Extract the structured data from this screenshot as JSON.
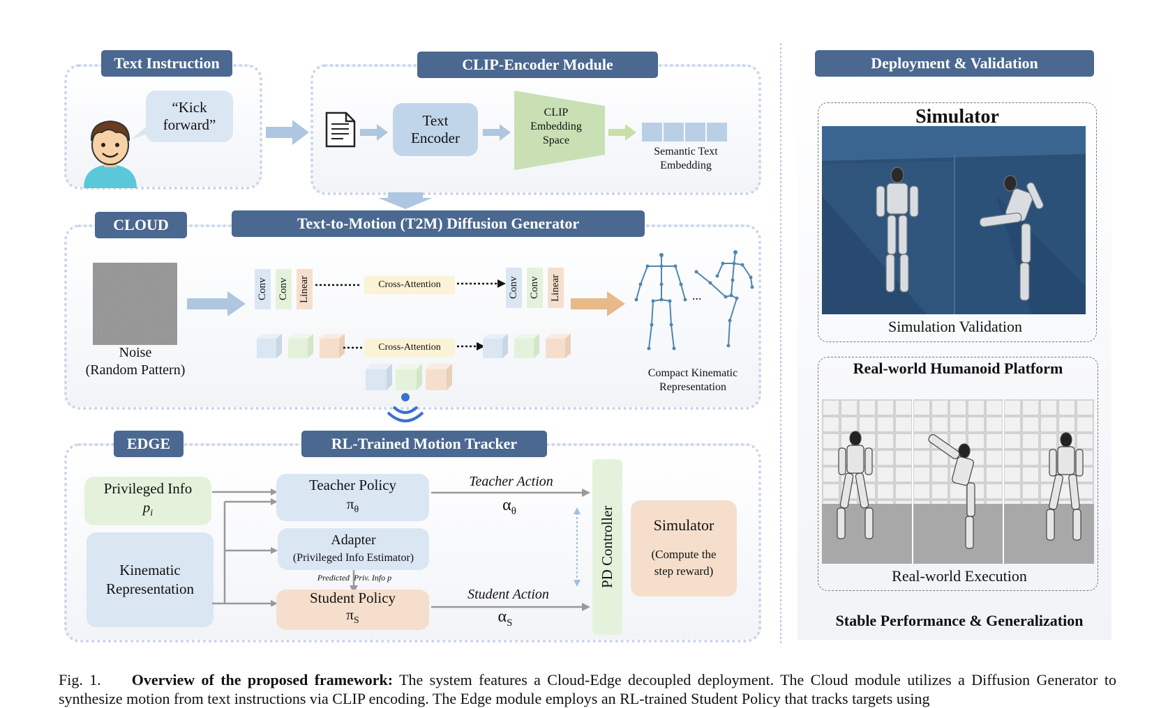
{
  "left": {
    "text_instruction": {
      "tag": "Text Instruction",
      "speech_line1": "“Kick",
      "speech_line2": "forward”"
    },
    "clip": {
      "tag": "CLIP-Encoder Module",
      "text_encoder_line1": "Text",
      "text_encoder_line2": "Encoder",
      "space_line1": "CLIP",
      "space_line2": "Embedding",
      "space_line3": "Space",
      "embed_line1": "Semantic Text",
      "embed_line2": "Embedding"
    },
    "cloud": {
      "tag": "CLOUD",
      "t2m_tag": "Text-to-Motion (T2M) Diffusion Generator",
      "noise_line1": "Noise",
      "noise_line2": "(Random Pattern)",
      "conv": "Conv",
      "linear": "Linear",
      "cross_attention": "Cross-Attention",
      "ellipsis": "...",
      "compact_line1": "Compact Kinematic",
      "compact_line2": "Representation"
    },
    "edge": {
      "tag": "EDGE",
      "tracker_tag": "RL-Trained Motion Tracker",
      "priv_line1": "Privileged Info",
      "priv_line2": "p",
      "priv_sub": "i",
      "kin_line1": "Kinematic",
      "kin_line2": "Representation",
      "teacher_line1": "Teacher Policy",
      "teacher_sym": "π",
      "teacher_sub": "θ",
      "adapter_line1": "Adapter",
      "adapter_line2": "(Privileged Info Estimator)",
      "predicted": "Predicted  Priv. Info p",
      "student_line1": "Student Policy",
      "student_sym": "π",
      "student_sub": "S",
      "teacher_action": "Teacher Action",
      "teacher_alpha": "α",
      "teacher_alpha_sub": "θ",
      "student_action": "Student Action",
      "student_alpha": "α",
      "student_alpha_sub": "S",
      "pd": "PD Controller",
      "sim_line1": "Simulator",
      "sim_line2": "(Compute the",
      "sim_line3": "step reward)"
    }
  },
  "right": {
    "tag": "Deployment & Validation",
    "simulator_title": "Simulator",
    "simulation_caption": "Simulation Validation",
    "realworld_title": "Real-world Humanoid Platform",
    "realworld_caption": "Real-world Execution",
    "footer": "Stable Performance & Generalization"
  },
  "caption": {
    "fig": "Fig. 1.",
    "bold": "Overview of the proposed framework:",
    "text": " The system features a Cloud-Edge decoupled deployment. The Cloud module utilizes a Diffusion Generator to synthesize motion from text instructions via CLIP encoding. The Edge module employs an RL-trained Student Policy that tracks targets using"
  },
  "colors": {
    "tag": "#4a6890",
    "blue_box": "#c9d9ea",
    "green_box": "#e4f2dc",
    "peach_box": "#f5dfcc",
    "arrow_blue": "#aec6e0",
    "arrow_green": "#c8dfa8",
    "arrow_orange": "#e8b98a",
    "clip_green": "#c9e0b4"
  }
}
